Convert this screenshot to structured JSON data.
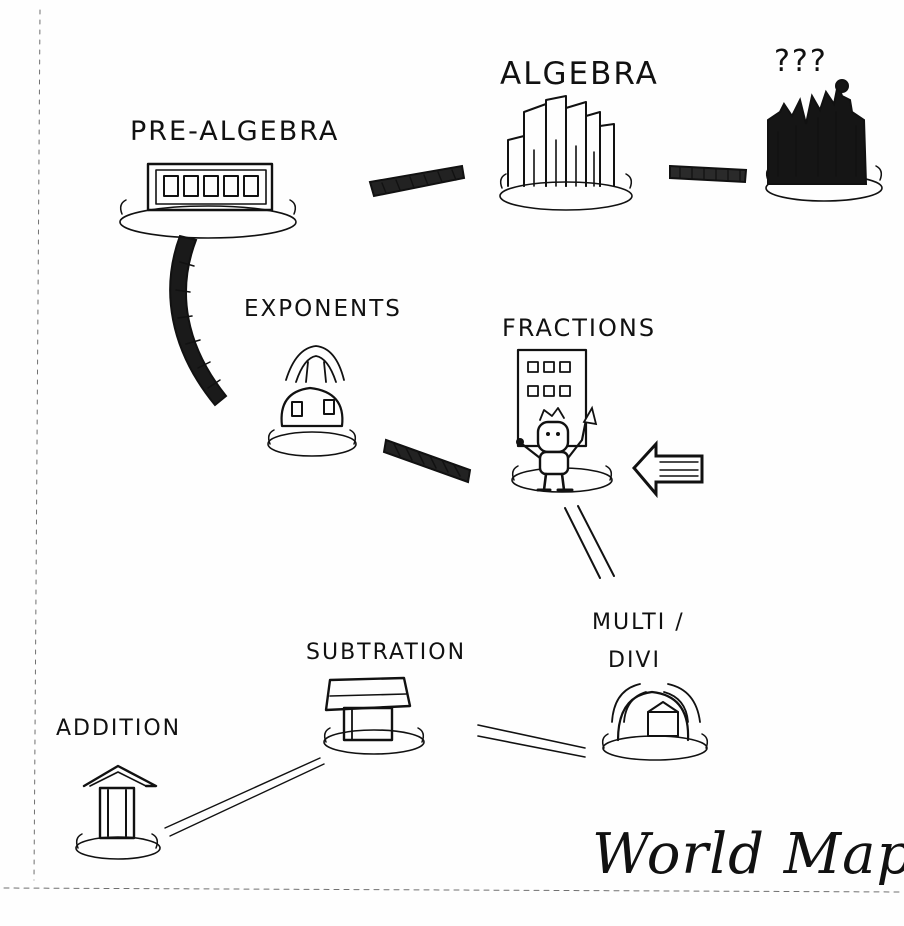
{
  "map": {
    "title": "World Map",
    "nodes": {
      "addition": "ADDITION",
      "subtraction": "SUBTRATION",
      "multi_divi_line1": "MULTI /",
      "multi_divi_line2": "DIVI",
      "fractions": "FRACTIONS",
      "exponents": "EXPONENTS",
      "pre_algebra": "PRE-ALGEBRA",
      "algebra": "ALGEBRA",
      "unknown": "???"
    }
  },
  "colors": {
    "ink": "#111111",
    "paper": "#fefefe"
  },
  "icons": [
    "house-icon",
    "castle-icon",
    "tower-icon",
    "city-icon",
    "dark-city-icon",
    "dome-icon",
    "player-character-icon",
    "arrow-left-icon"
  ]
}
